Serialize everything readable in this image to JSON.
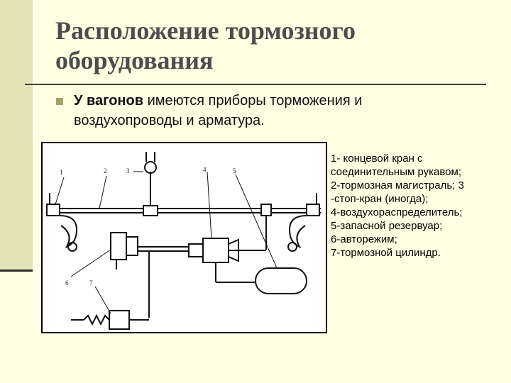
{
  "slide": {
    "title_line1": "Расположение тормозного",
    "title_line2": "оборудования",
    "bullet_bold": "У вагонов",
    "bullet_rest": " имеются приборы торможения и",
    "bullet_line2": "воздухопроводы и арматура."
  },
  "figure": {
    "labels": [
      "1",
      "2",
      "3",
      "4",
      "5",
      "6",
      "7"
    ]
  },
  "legend": {
    "lines": [
      "1- концевой кран с",
      "соединительным рукавом;",
      "2-тормозная магистраль; 3",
      "-стоп-кран (иногда);",
      "4-воздухораспределитель;",
      "5-запасной резервуар;",
      "6-авторежим;",
      "7-тормозной цилиндр."
    ]
  }
}
